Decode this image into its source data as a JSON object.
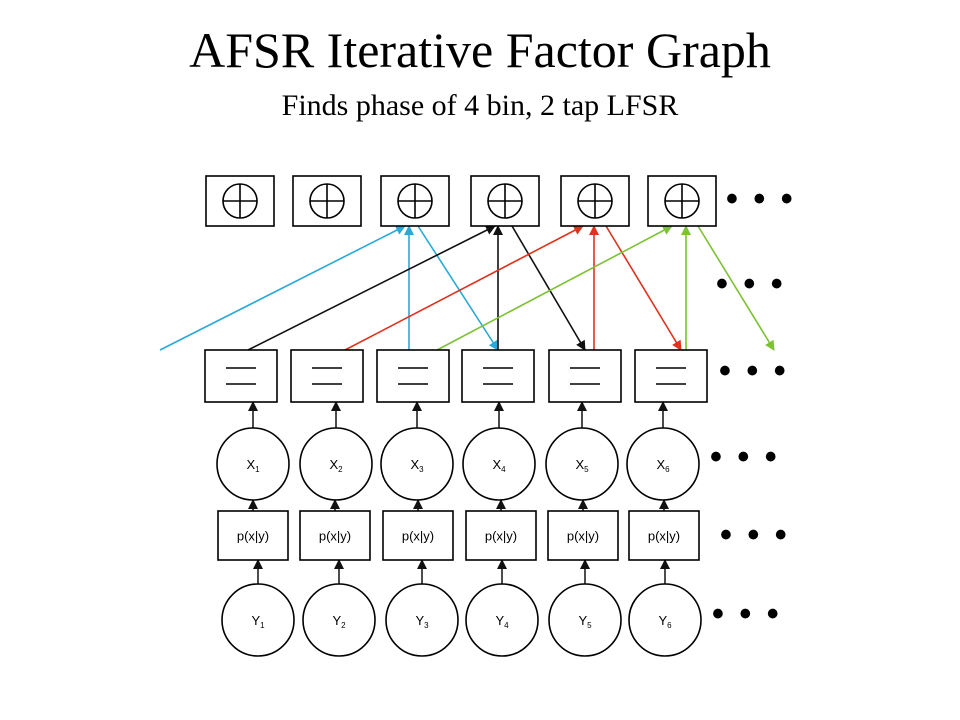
{
  "header": {
    "title": "AFSR Iterative Factor Graph",
    "subtitle": "Finds phase of 4 bin, 2 tap LFSR"
  },
  "diagram": {
    "xor_nodes": 6,
    "equality_nodes": 6,
    "variable_nodes": [
      {
        "letter": "X",
        "index": "1"
      },
      {
        "letter": "X",
        "index": "2"
      },
      {
        "letter": "X",
        "index": "3"
      },
      {
        "letter": "X",
        "index": "4"
      },
      {
        "letter": "X",
        "index": "5"
      },
      {
        "letter": "X",
        "index": "6"
      }
    ],
    "likelihood_label": "p(x|y)",
    "observation_nodes": [
      {
        "letter": "Y",
        "index": "1"
      },
      {
        "letter": "Y",
        "index": "2"
      },
      {
        "letter": "Y",
        "index": "3"
      },
      {
        "letter": "Y",
        "index": "4"
      },
      {
        "letter": "Y",
        "index": "5"
      },
      {
        "letter": "Y",
        "index": "6"
      }
    ],
    "continuation": "• • •",
    "edge_colors": {
      "blue": "#29a9d9",
      "black": "#111111",
      "red": "#e0321c",
      "green": "#7cc232"
    }
  }
}
